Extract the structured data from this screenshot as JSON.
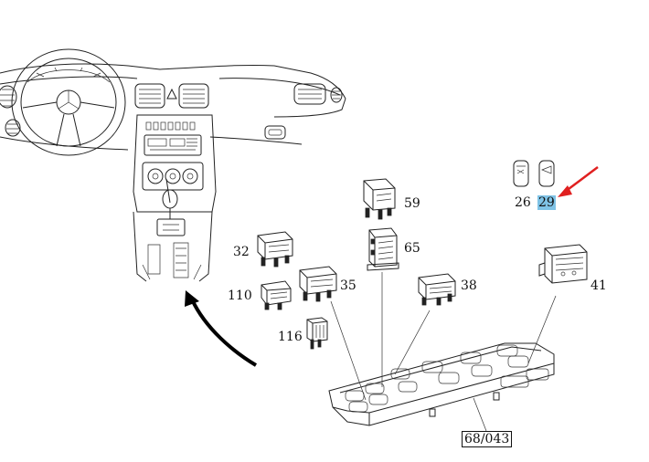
{
  "labels": {
    "p26": "26",
    "p29": "29",
    "p59": "59",
    "p65": "65",
    "p32": "32",
    "p110": "110",
    "p35": "35",
    "p38": "38",
    "p41": "41",
    "p116": "116",
    "p68": "68/043"
  },
  "highlighted_part": "29",
  "colors": {
    "highlight": "#7fc3e6",
    "pointer_arrow": "#e02020",
    "line": "#222222"
  }
}
